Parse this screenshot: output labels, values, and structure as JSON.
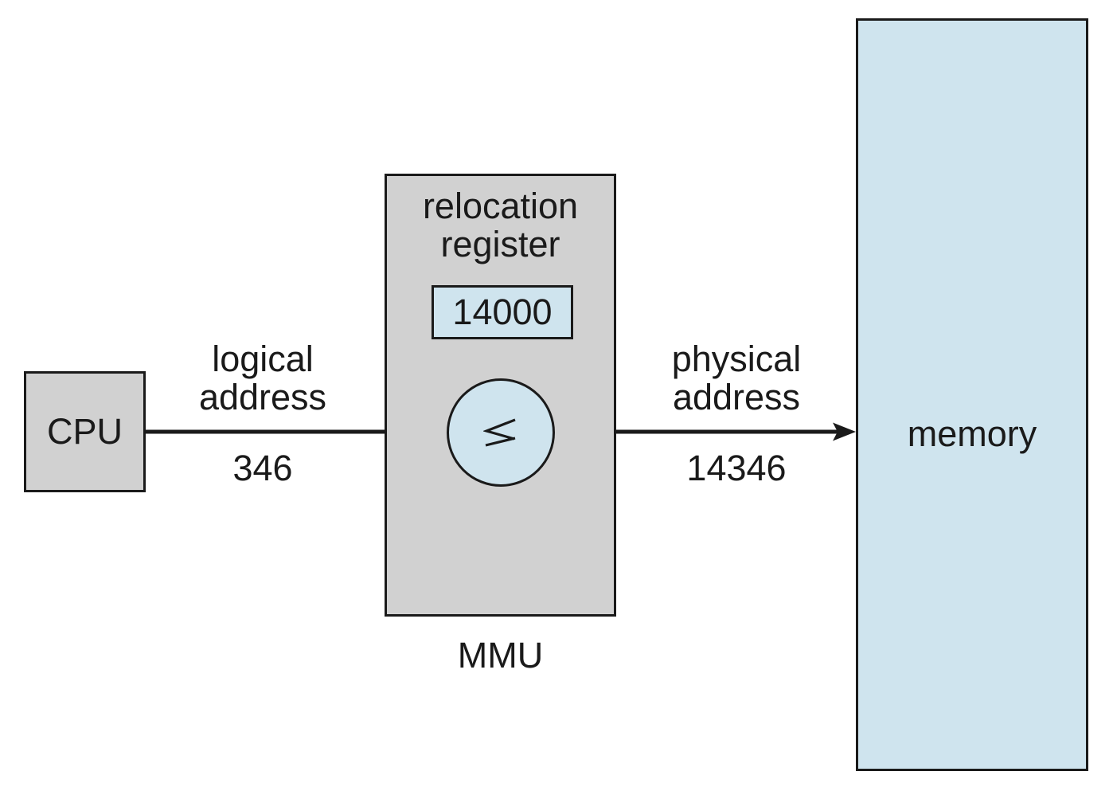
{
  "diagram": {
    "background_color": "#ffffff",
    "box_gray_color": "#d1d1d1",
    "box_blue_color": "#cfe4ee",
    "line_color": "#1a1a1a",
    "cpu": {
      "label": "CPU"
    },
    "logical_address": {
      "label_lines": [
        "logical",
        "address"
      ],
      "value": "346"
    },
    "mmu": {
      "label": "MMU",
      "register_label_lines": [
        "relocation",
        "register"
      ],
      "register_value": "14000",
      "adder_symbol": "≤"
    },
    "physical_address": {
      "label_lines": [
        "physical",
        "address"
      ],
      "value": "14346"
    },
    "memory": {
      "label": "memory"
    }
  }
}
